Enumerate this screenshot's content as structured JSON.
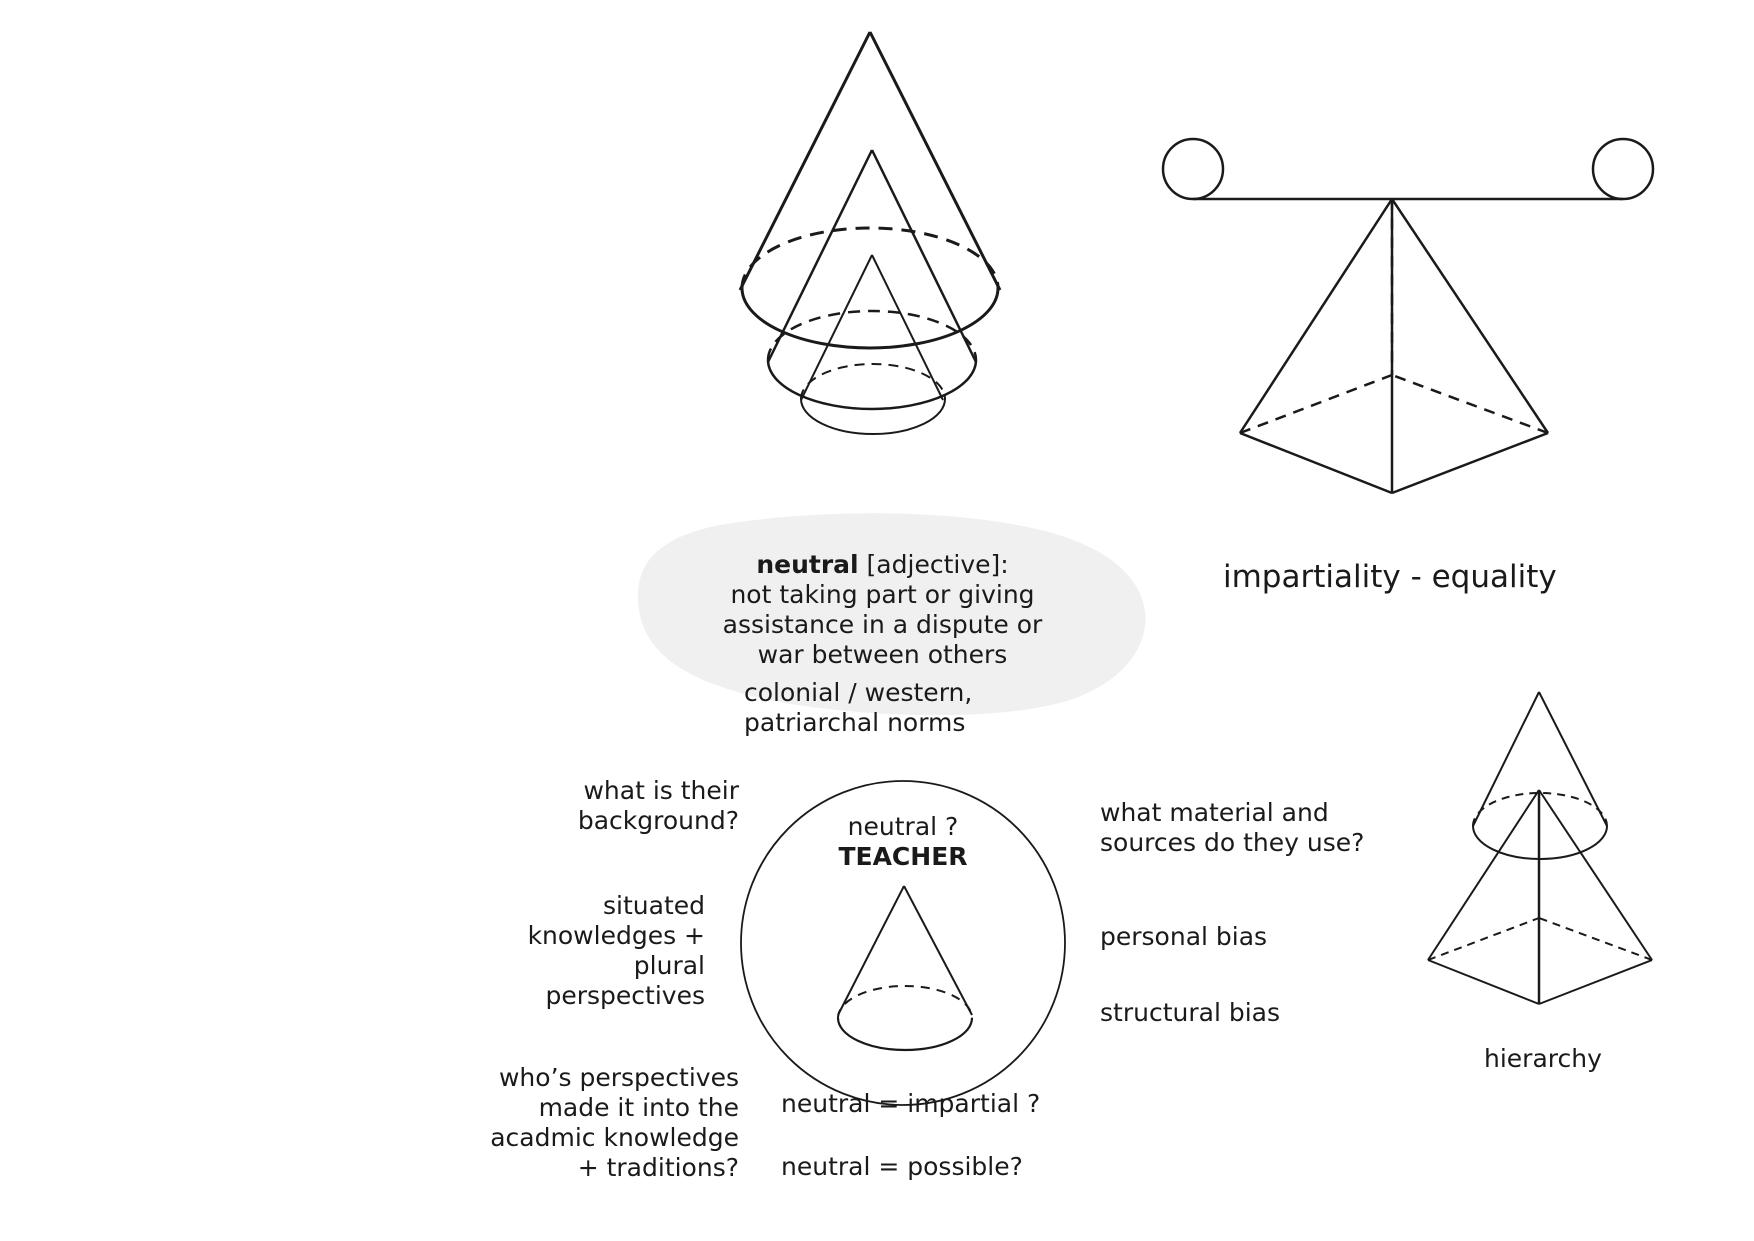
{
  "definition": {
    "term": "neutral",
    "part_of_speech": " [adjective]:",
    "lines": [
      "not taking part or giving",
      "assistance in a dispute or",
      "war between others"
    ]
  },
  "impartiality_label": "impartiality - equality",
  "norms_lines": [
    "colonial / western,",
    "patriarchal norms"
  ],
  "teacher": {
    "question": "neutral ?",
    "title": "TEACHER"
  },
  "left_notes": {
    "background": [
      "what is their",
      "background?"
    ],
    "situated": [
      "situated",
      "knowledges +",
      "plural",
      "perspectives"
    ],
    "perspectives": [
      "who’s perspectives",
      "made it into the",
      "acadmic knowledge",
      "+ traditions?"
    ]
  },
  "right_notes": {
    "material": [
      "what material and",
      "sources do they use?"
    ],
    "personal_bias": "personal bias",
    "structural_bias": "structural bias"
  },
  "bottom_notes": {
    "impartial": "neutral = impartial ?",
    "possible": "neutral = possible?"
  },
  "hierarchy_label": "hierarchy",
  "colors": {
    "ink": "#1a1a1a",
    "blob": "#f0f0f0",
    "background": "#ffffff"
  },
  "icons": [
    "nested-cones-icon",
    "balance-pyramid-icon",
    "teacher-circle-icon",
    "cone-on-pyramid-icon"
  ]
}
